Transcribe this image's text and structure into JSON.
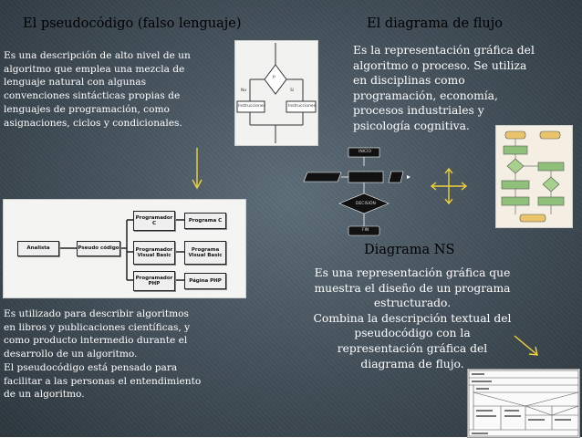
{
  "sections": {
    "pseudocode": {
      "title": "El pseudocódigo (falso lenguaje)",
      "intro_lines": [
        "Es una descripción de alto nivel de un",
        "algoritmo que emplea una mezcla de",
        "lenguaje natural con algunas",
        "convenciones sintácticas propias de",
        "lenguajes de programación, como",
        "asignaciones, ciclos y condicionales."
      ],
      "usage_lines": [
        "Es utilizado para describir algoritmos",
        "en libros y publicaciones científicas, y",
        "como producto intermedio durante el",
        "desarrollo de un algoritmo.",
        "El pseudocódigo está pensado para",
        "facilitar a las personas el entendimiento",
        "de un algoritmo."
      ]
    },
    "flowchart": {
      "title": "El diagrama de flujo",
      "lines": [
        "Es la representación gráfica del",
        "algoritmo o proceso. Se utiliza",
        "en disciplinas como",
        "programación, economía,",
        "procesos industriales y",
        "psicología cognitiva."
      ]
    },
    "ns": {
      "title": "Diagrama NS",
      "lines": [
        "Es una representación gráfica que",
        "muestra el diseño de un programa",
        "estructurado.",
        "Combina la descripción textual del",
        "pseudocódigo con la",
        "representación gráfica del",
        "diagrama de flujo."
      ]
    }
  },
  "figures": {
    "if_diagram": {
      "decision": "P",
      "no": "No",
      "yes": "Si",
      "left_box": "Instrucciones",
      "right_box": "Instrucciones"
    },
    "analyst_diagram": {
      "analyst": "Analista",
      "pseudo": "Pseudo código",
      "programmers": [
        "Programador C",
        "Programador Visual Basic",
        "Programador PHP"
      ],
      "programs": [
        "Programa C",
        "Programa Visual Basic",
        "Página PHP"
      ]
    },
    "flow_symbols": {
      "start": "INICIO",
      "decision": "DECISIÓN",
      "end": "FIN"
    }
  },
  "colors": {
    "background": "#46535d",
    "title_text": "#000000",
    "body_text": "#ffffff",
    "arrow": "#f0d23c"
  }
}
